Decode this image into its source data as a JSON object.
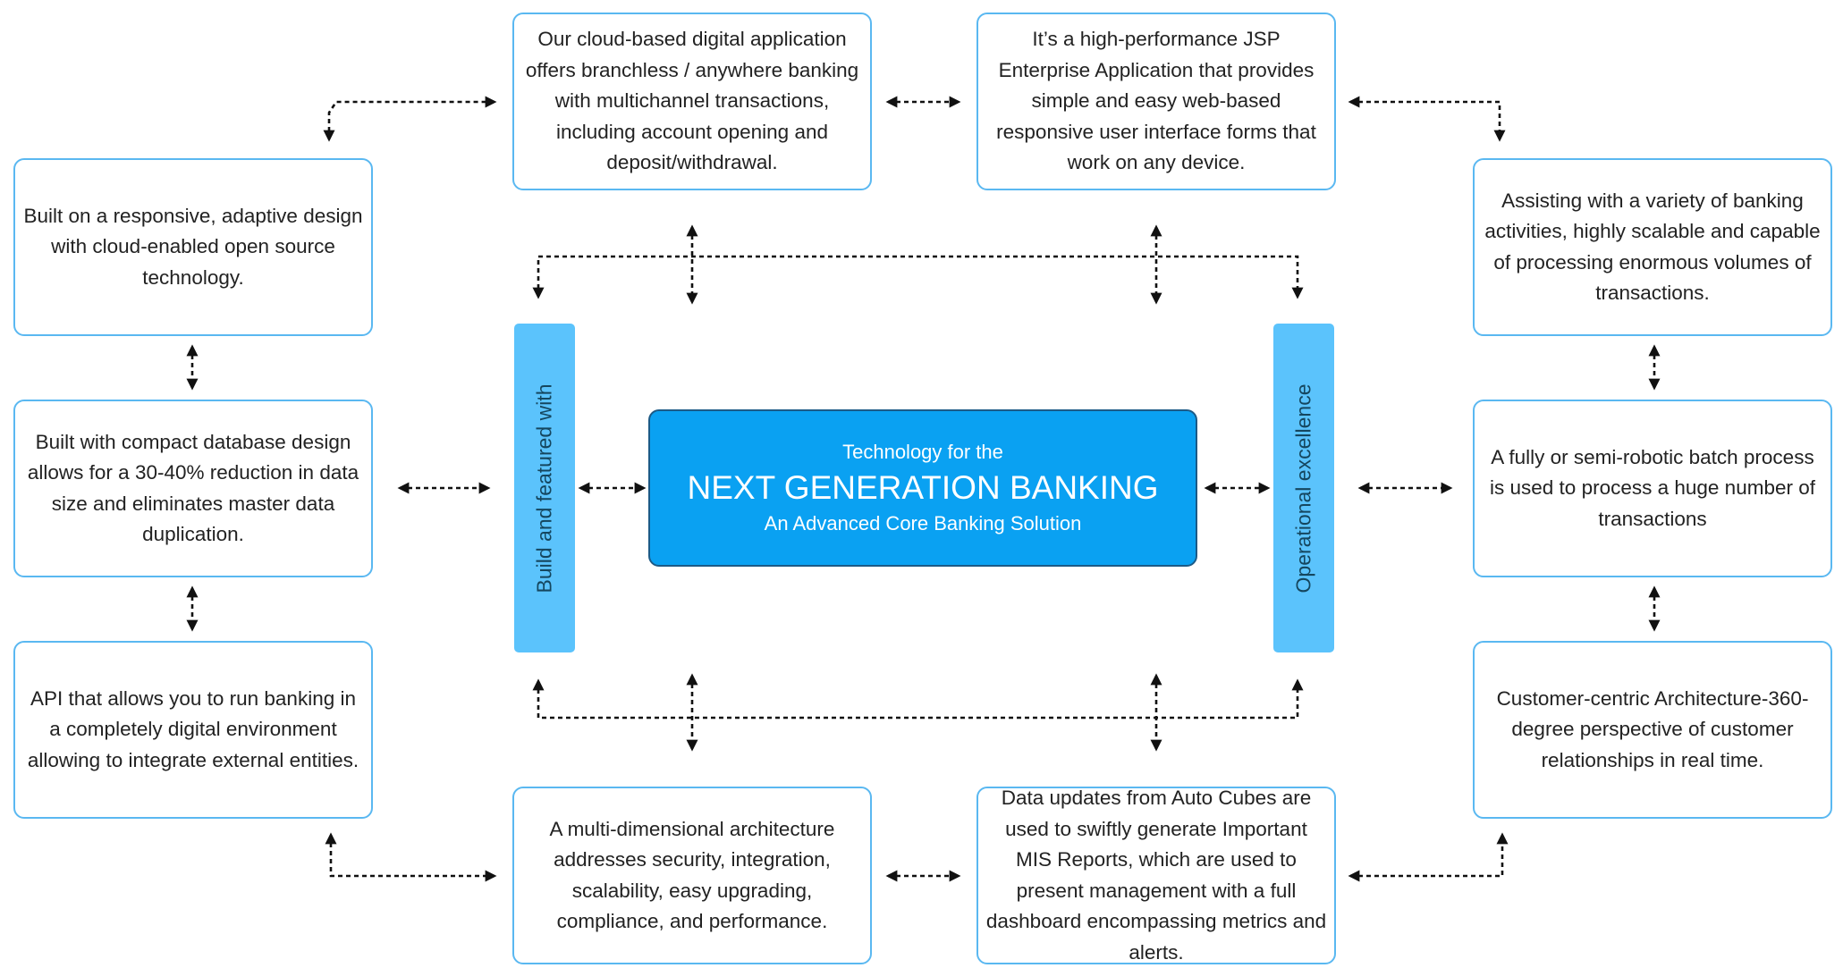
{
  "center": {
    "kicker": "Technology for the",
    "title": "NEXT GENERATION BANKING",
    "subtitle": "An Advanced Core Banking Solution"
  },
  "bars": {
    "left": "Build and featured with",
    "right": "Operational excellence"
  },
  "boxes": {
    "top_center_left": "Our cloud-based digital application offers branchless / anywhere banking with multichannel transactions, including account opening and deposit/withdrawal.",
    "top_center_right": "It’s a high-performance JSP Enterprise Application that provides simple and easy web-based responsive user interface forms that work on any device.",
    "left_top": "Built on a responsive, adaptive design with cloud-enabled open source technology.",
    "left_middle": "Built with compact database design allows for a 30-40% reduction in data size and eliminates master data duplication.",
    "left_bottom": "API that allows you to run banking in a completely digital environment allowing to integrate external entities.",
    "right_top": "Assisting with a variety of banking activities, highly scalable and capable of processing enormous volumes of transactions.",
    "right_middle": "A fully or semi-robotic batch process is used to process a huge number of transactions",
    "right_bottom": "Customer-centric Architecture-360-degree perspective of customer relationships in real time.",
    "bottom_center_left": "A multi-dimensional architecture addresses security, integration, scalability, easy upgrading, compliance, and performance.",
    "bottom_center_right": "Data updates from Auto Cubes are used to swiftly generate Important MIS Reports, which are used to present management with a full dashboard encompassing metrics and alerts."
  },
  "colors": {
    "box_border": "#5ab8f1",
    "bar_fill": "#5bc3fc",
    "center_fill": "#0aa1f2",
    "connector": "#111111"
  }
}
